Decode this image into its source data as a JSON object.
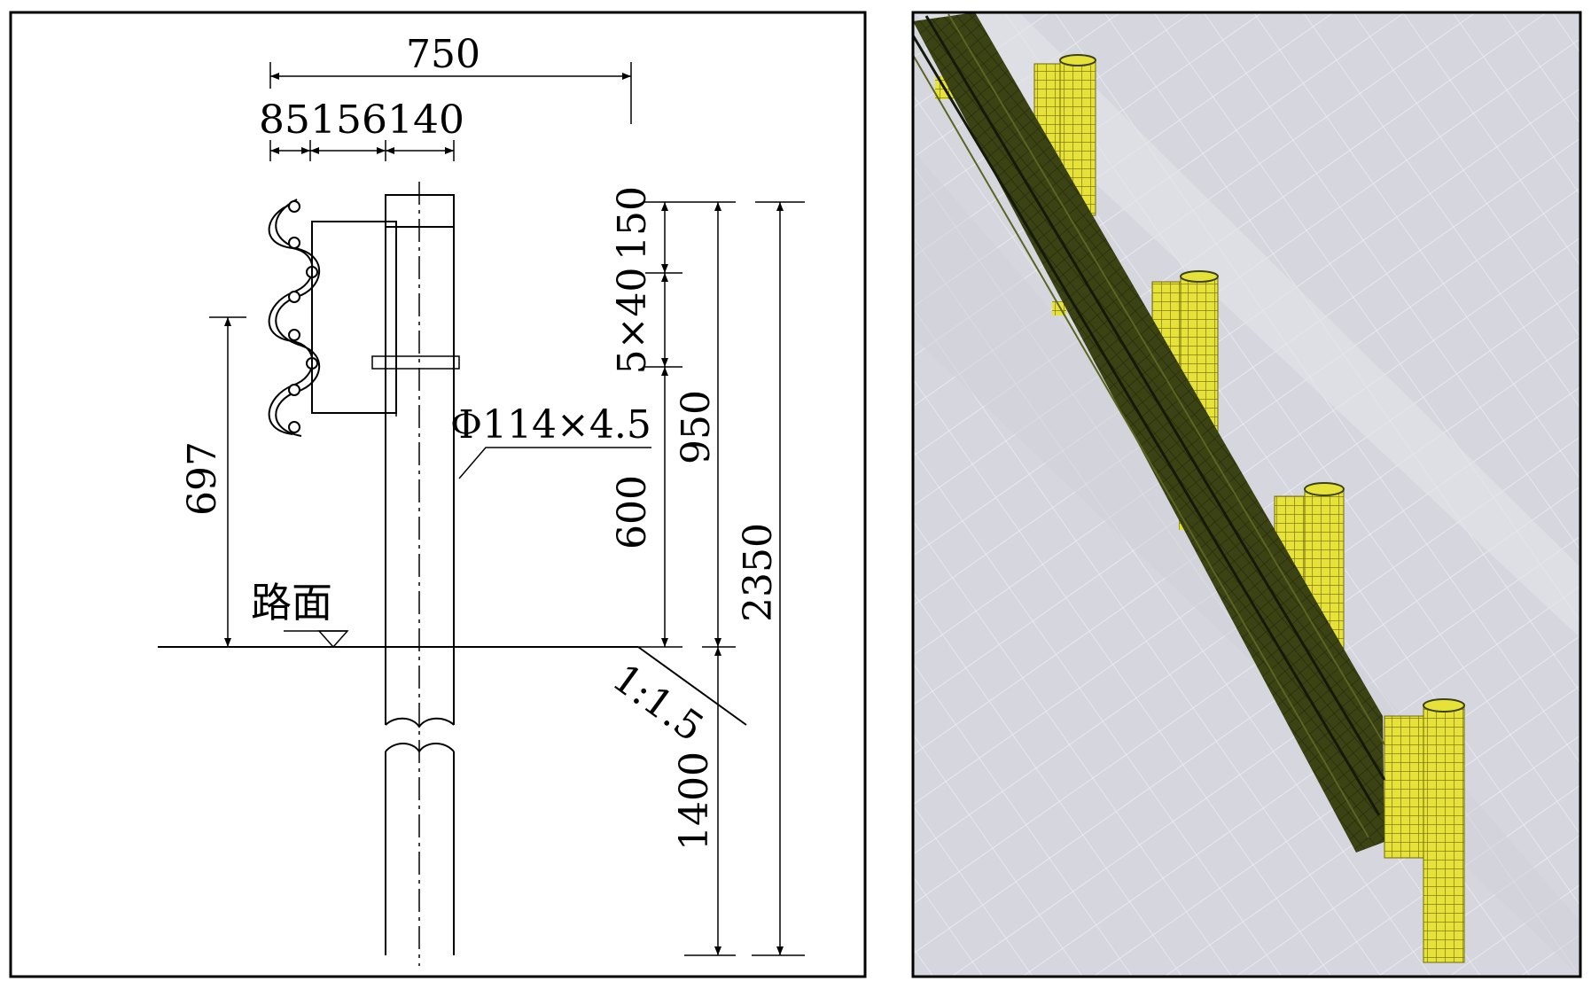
{
  "left_panel": {
    "dims": {
      "total_width": "750",
      "sub_widths": "85156140",
      "rail_height": "697",
      "top_offset": "150",
      "rail_spacing": "5×40",
      "post_spec": "Φ114×4.5",
      "h600": "600",
      "h950": "950",
      "h2350": "2350",
      "slope": "1:1.5",
      "embed": "1400"
    },
    "road_label": "路面"
  },
  "right_panel": {
    "colors": {
      "ground": "#d6d6de",
      "grid": "#eeeef4",
      "rail": "#3b4214",
      "rail_grid": "#222a08",
      "post": "#e6e23a",
      "post_grid": "#6f6a0a"
    }
  }
}
